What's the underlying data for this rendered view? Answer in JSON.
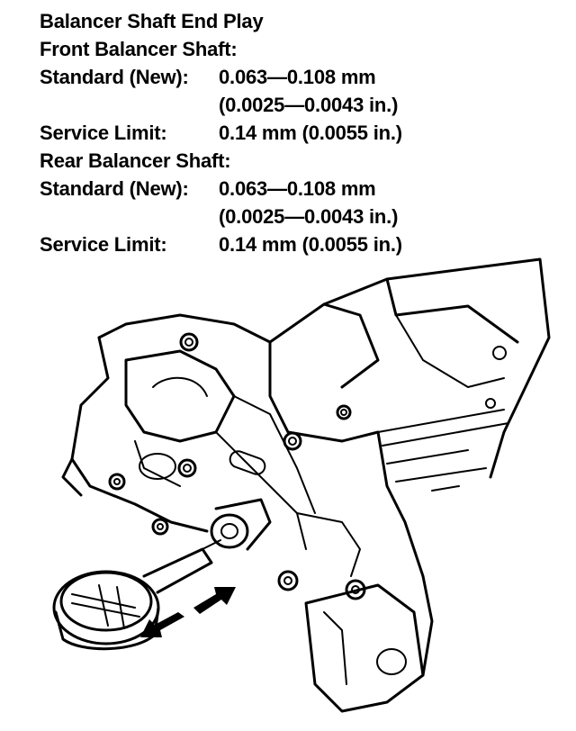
{
  "spec": {
    "title": "Balancer Shaft End Play",
    "front": {
      "heading": "Front Balancer Shaft:",
      "standard_label": "Standard (New):",
      "standard_value_mm": "0.063—0.108 mm",
      "standard_value_in": "(0.0025—0.0043 in.)",
      "limit_label": "Service Limit:",
      "limit_value": "0.14 mm (0.0055 in.)"
    },
    "rear": {
      "heading": "Rear Balancer Shaft:",
      "standard_label": "Standard (New):",
      "standard_value_mm": "0.063—0.108 mm",
      "standard_value_in": "(0.0025—0.0043 in.)",
      "limit_label": "Service Limit:",
      "limit_value": "0.14 mm (0.0055 in.)"
    }
  },
  "illustration": {
    "items": [
      "balancer-housing",
      "dial-indicator",
      "double-arrow"
    ]
  }
}
